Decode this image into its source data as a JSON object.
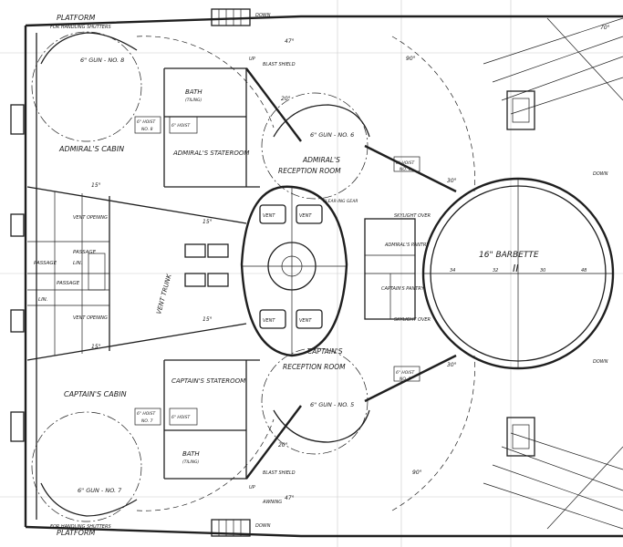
{
  "labels": {
    "platform_top": "PLATFORM",
    "platform_top_sub": "FOR HANDLING SHUTTERS",
    "platform_bottom": "PLATFORM",
    "platform_bottom_sub": "FOR HANDLING SHUTTERS",
    "gun_8": "6\" GUN - NO. 8",
    "gun_7": "6\" GUN - NO. 7",
    "gun_6": "6\" GUN - NO. 6",
    "gun_5": "6\" GUN - NO. 5",
    "admirals_cabin": "ADMIRAL'S CABIN",
    "captains_cabin": "CAPTAIN'S CABIN",
    "admirals_stateroom": "ADMIRAL'S STATEROOM",
    "captains_stateroom": "CAPTAIN'S STATEROOM",
    "admirals_reception": "ADMIRAL'S",
    "admirals_reception_2": "RECEPTION ROOM",
    "captains_reception": "CAPTAIN'S",
    "captains_reception_2": "RECEPTION ROOM",
    "bath_top": "BATH",
    "bath_top_sub": "(TILING)",
    "bath_bottom": "BATH",
    "bath_bottom_sub": "(TILING)",
    "hoist_no8": "6\" HOIST",
    "hoist_no8_sub": "NO. 8",
    "hoist_no7": "6\" HOIST",
    "hoist_no7_sub": "NO. 7",
    "hoist_no6": "6\" HOIST",
    "hoist_no6_sub": "NO. 6",
    "hoist_no5": "6\" HOIST",
    "hoist_no5_sub": "NO. 5",
    "hoist_a": "6\" HOIST",
    "hoist_b": "6\" HOIST",
    "barbette": "16\" BARBETTE",
    "barbette_num": "II",
    "vent_trunk": "VENT TRUNK",
    "vent_opening": "VENT OPENING",
    "passage": "PASSAGE",
    "lin": "LIN.",
    "vent": "VENT",
    "clearing_gear": "CLEAR-ING GEAR",
    "blast_shield": "BLAST SHIELD",
    "admirals_pantry": "ADMIRAL'S PANTRY",
    "captains_pantry": "CAPTAIN'S PANTRY",
    "skylight_over": "SKYLIGHT OVER",
    "down": "DOWN",
    "up": "UP",
    "awning": "AWNING",
    "deg_47": "47°",
    "deg_30": "30°",
    "deg_20": "20°",
    "deg_15": "15°",
    "deg_90": "90°",
    "deg_70": "70°"
  },
  "barbette_scale": [
    "34",
    "32",
    "30",
    "48"
  ],
  "colors": {
    "ink": "#1f1f1f",
    "paper": "#ffffff"
  }
}
